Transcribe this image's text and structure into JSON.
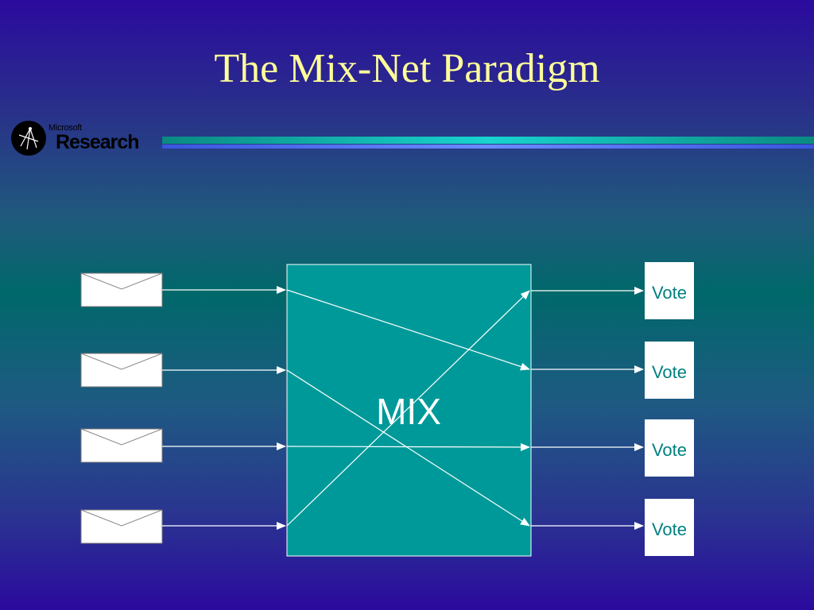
{
  "slide": {
    "title": "The Mix-Net Paradigm",
    "logo": {
      "brand_small": "Microsoft",
      "brand_big": "Research"
    }
  },
  "diagram": {
    "mix_label": "MIX",
    "inputs": [
      "envelope",
      "envelope",
      "envelope",
      "envelope"
    ],
    "outputs": [
      "Vote",
      "Vote",
      "Vote",
      "Vote"
    ],
    "permutation": [
      [
        0,
        1
      ],
      [
        1,
        3
      ],
      [
        2,
        2
      ],
      [
        3,
        0
      ]
    ]
  },
  "colors": {
    "title": "#ffff99",
    "mix_fill": "#009999",
    "line": "#ffffff",
    "vote_text": "#008080"
  }
}
